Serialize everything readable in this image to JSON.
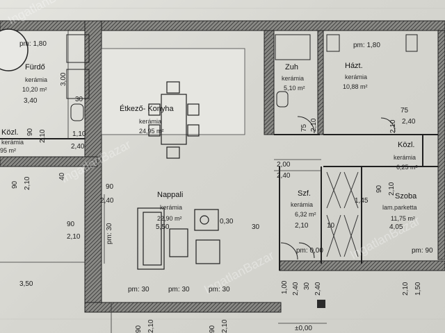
{
  "rooms": {
    "furdo": {
      "name": "Fürdő",
      "material": "kerámia",
      "area": "10,20 m²"
    },
    "etkezo": {
      "name": "Étkező- Konyha",
      "material": "kerámia",
      "area": "24,95 m²"
    },
    "zuh": {
      "name": "Zuh",
      "material": "kerámia",
      "area": "5,10 m²"
    },
    "hazt": {
      "name": "Házt.",
      "material": "kerámia",
      "area": "10,88 m²"
    },
    "kozl_l": {
      "name": "Közl.",
      "material": "kerámia",
      "area": "95 m²"
    },
    "kozl_r": {
      "name": "Közl.",
      "material": "kerámia",
      "area": "6,25 m²"
    },
    "nappali": {
      "name": "Nappali",
      "material": "kerámia",
      "area": "22,90 m²"
    },
    "szf": {
      "name": "Szf.",
      "material": "kerámia",
      "area": "6,32 m²"
    },
    "szoba": {
      "name": "Szoba",
      "material": "lam.parketta",
      "area": "11,75 m²"
    }
  },
  "dimensions": {
    "pm180_left": "pm: 1,80",
    "pm180_right": "pm: 1,80",
    "d300": "3,00",
    "d340": "3,40",
    "d30_a": "30",
    "d90_a": "90",
    "d210_a": "2,10",
    "d110": "1,10",
    "d240_a": "2,40",
    "d40": "40",
    "d90_b": "90",
    "d210_b": "2,10",
    "d90_c": "90",
    "d240_b": "2,40",
    "d90_d": "90",
    "d210_c": "2,10",
    "pm30_v": "pm: 30",
    "d550": "5,50",
    "d030": "0,30",
    "d30_b": "30",
    "d350": "3,50",
    "d200": "2,00",
    "d240_c": "2,40",
    "d75_a": "75",
    "d210_d": "2,10",
    "d75_b": "75",
    "d210_e": "2,10",
    "d240_d": "2,40",
    "d90_e": "90",
    "d210_f": "2,10",
    "d145": "1,45",
    "d210_g": "2,10",
    "d10": "10",
    "d405": "4,05",
    "pm000": "pm: 0,00",
    "pm90": "pm: 90",
    "d100": "1,00",
    "d240_e": "2,40",
    "d30_c": "30",
    "d240_f": "2,40",
    "d150": "1,50",
    "d210_h": "2,10",
    "pm30_a": "pm: 30",
    "pm30_b": "pm: 30",
    "pm30_c": "pm: 30",
    "bottom_90_a": "90",
    "bottom_210_a": "2,10",
    "bottom_90_b": "90",
    "bottom_210_b": "2,10",
    "bottom_000": "±0,00"
  },
  "watermark": "IngatlanBazar",
  "colors": {
    "paper": "#dcdcd6",
    "ink": "#1a1a1a",
    "wall": "#3a3a3a"
  }
}
